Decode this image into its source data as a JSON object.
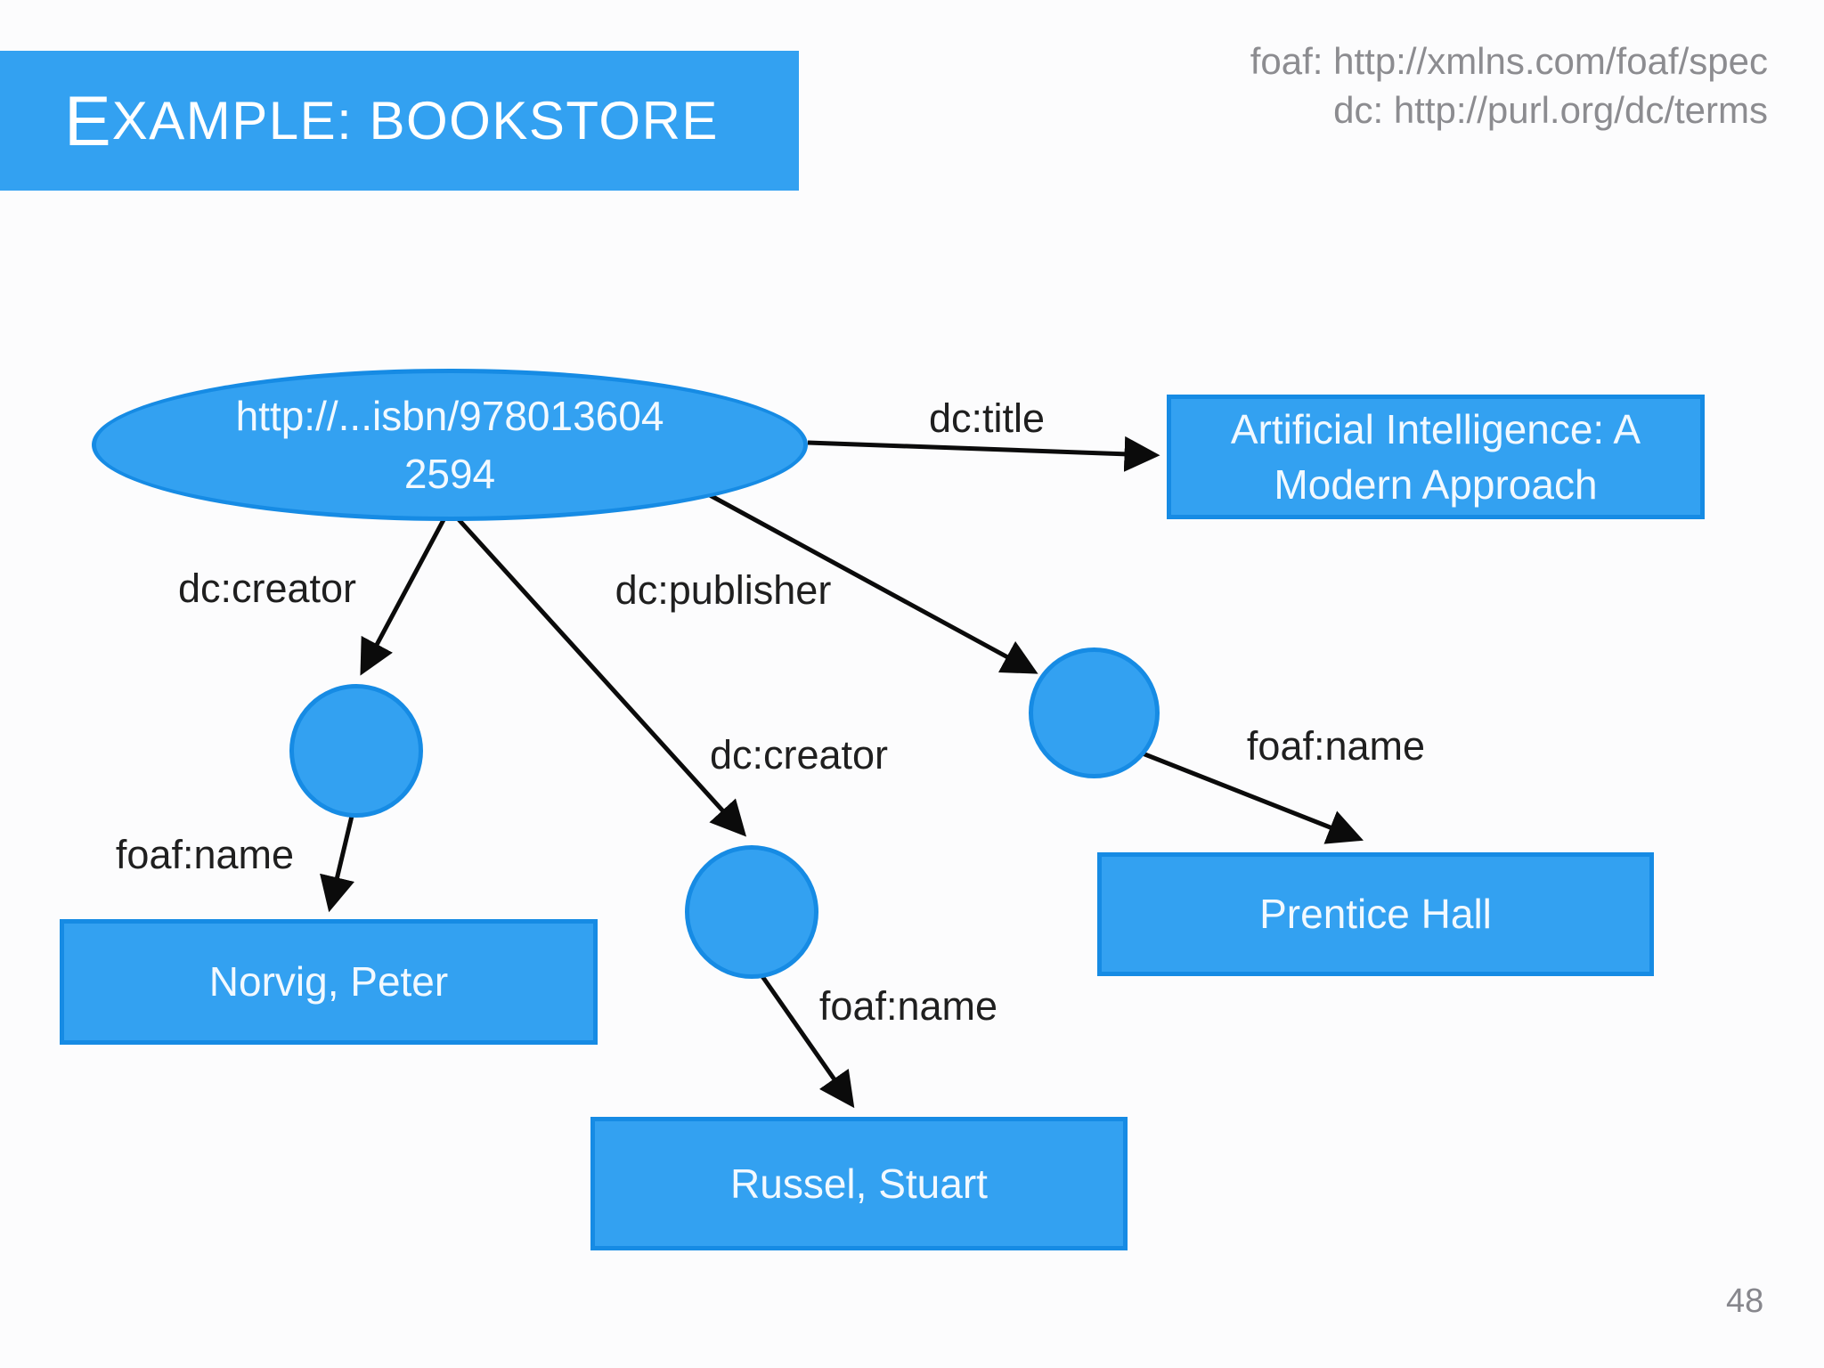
{
  "slide": {
    "title": {
      "initial": "E",
      "rest": "XAMPLE: BOOKSTORE"
    },
    "namespaces": {
      "line1": "foaf: http://xmlns.com/foaf/spec",
      "line2": "dc: http://purl.org/dc/terms"
    },
    "page_number": "48"
  },
  "colors": {
    "shape_fill": "#33a1f1",
    "shape_border": "#168be4",
    "arrow": "#0b0b0b",
    "edge_label_text": "#1f1f1f",
    "muted_text": "#8c8c90",
    "node_text": "#f2f9ff",
    "title_bar_text": "#ffffff"
  },
  "graph": {
    "uri_node": {
      "line1": "http://...isbn/978013604",
      "line2": "2594"
    },
    "blank_nodes": [
      "creator-1-bnode",
      "creator-2-bnode",
      "publisher-bnode"
    ],
    "literals": {
      "title": "Artificial Intelligence: A Modern Approach",
      "creator1": "Norvig, Peter",
      "creator2": "Russel, Stuart",
      "publisher": "Prentice Hall"
    },
    "edges": {
      "dc_title": {
        "label": "dc:title"
      },
      "dc_creator_left": {
        "label": "dc:creator"
      },
      "dc_creator_mid": {
        "label": "dc:creator"
      },
      "dc_publisher": {
        "label": "dc:publisher"
      },
      "foaf_name_left": {
        "label": "foaf:name"
      },
      "foaf_name_mid": {
        "label": "foaf:name"
      },
      "foaf_name_right": {
        "label": "foaf:name"
      }
    }
  }
}
